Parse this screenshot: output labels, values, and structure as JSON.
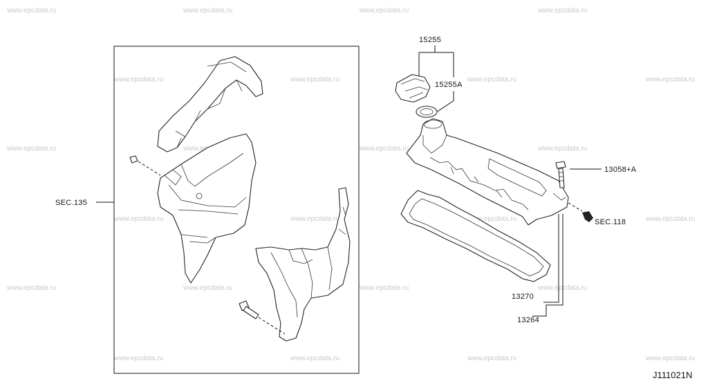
{
  "watermark": "www.epcdata.ru",
  "diagram_code": "J111021N",
  "labels": {
    "sec135": "SEC.135",
    "p15255": "15255",
    "p15255a": "15255A",
    "p13058a": "13058+A",
    "sec118": "SEC.118",
    "p13270": "13270",
    "p13264": "13264"
  },
  "icons": {
    "oil_filler_cap": "oil-filler-cap-icon",
    "cap_gasket": "cap-gasket-icon",
    "rocker_cover": "rocker-cover-icon",
    "rocker_cover_gasket": "rocker-cover-gasket-icon",
    "bolt": "bolt-icon",
    "timing_cover_upper": "timing-cover-upper-icon",
    "timing_cover_mid": "timing-cover-mid-icon",
    "timing_cover_lower": "timing-cover-lower-icon",
    "arrow": "arrow-icon"
  }
}
